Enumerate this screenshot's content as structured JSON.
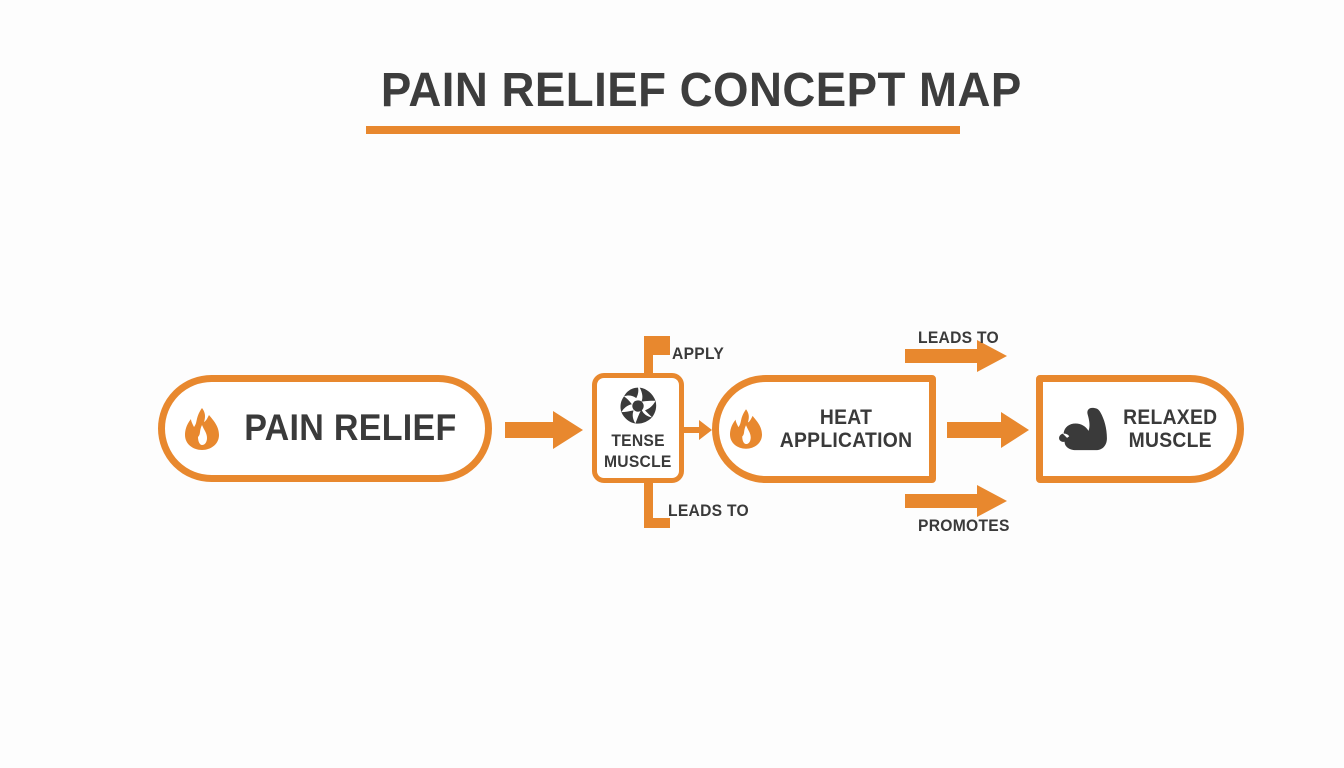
{
  "page": {
    "title": "PAIN RELIEF CONCEPT MAP",
    "background_color": "#fdfdfd",
    "accent_color": "#e8882e",
    "text_color": "#3a3a3a"
  },
  "diagram": {
    "type": "concept-map",
    "nodes": [
      {
        "id": "pain-relief",
        "label": "PAIN RELIEF",
        "shape": "pill",
        "icon": "flame-icon",
        "icon_color": "#e8882e"
      },
      {
        "id": "tense-muscle",
        "label_line1": "TENSE",
        "label_line2": "MUSCLE",
        "shape": "rounded-square",
        "icon": "muscle-knot-icon",
        "icon_color": "#3a3a3a"
      },
      {
        "id": "heat-application",
        "label_line1": "HEAT",
        "label_line2": "APPLICATION",
        "shape": "left-rounded",
        "icon": "flame-icon",
        "icon_color": "#e8882e"
      },
      {
        "id": "relaxed-muscle",
        "label_line1": "RELAXED",
        "label_line2": "MUSCLE",
        "shape": "right-rounded",
        "icon": "flexed-biceps-icon",
        "icon_color": "#3a3a3a"
      }
    ],
    "edges": [
      {
        "id": "e1",
        "from": "pain-relief",
        "to": "tense-muscle",
        "label": "",
        "style": "block-arrow"
      },
      {
        "id": "e2",
        "from": "tense-muscle",
        "to": "heat-application",
        "label": "",
        "style": "stub-arrow"
      },
      {
        "id": "e3",
        "from": "tense-muscle",
        "to": "",
        "label": "APPLY",
        "style": "elbow-up"
      },
      {
        "id": "e4",
        "from": "tense-muscle",
        "to": "",
        "label": "LEADS TO",
        "style": "elbow-down"
      },
      {
        "id": "e5",
        "from": "heat-application",
        "to": "relaxed-muscle",
        "label": "LEADS TO",
        "style": "block-arrow"
      },
      {
        "id": "e6",
        "from": "heat-application",
        "to": "relaxed-muscle",
        "label": "",
        "style": "block-arrow"
      },
      {
        "id": "e7",
        "from": "heat-application",
        "to": "relaxed-muscle",
        "label": "PROMOTES",
        "style": "block-arrow"
      }
    ]
  }
}
